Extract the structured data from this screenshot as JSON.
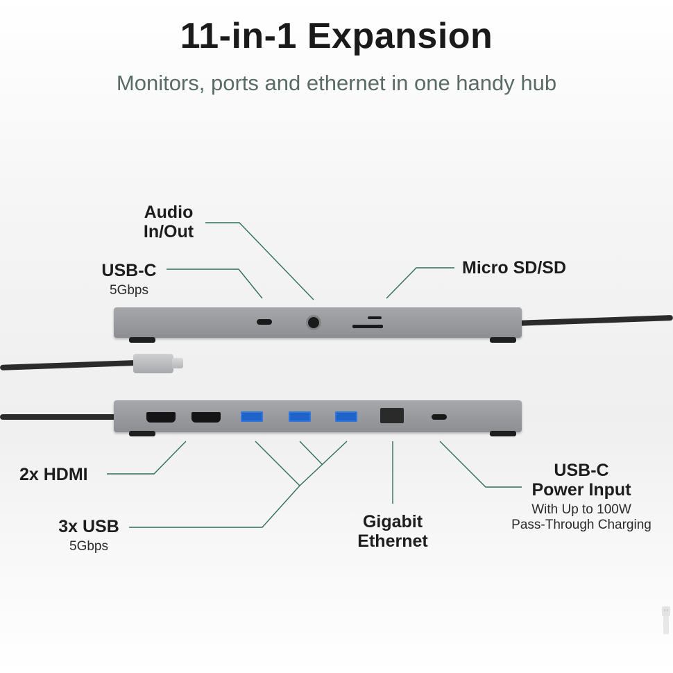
{
  "header": {
    "title": "11-in-1 Expansion",
    "subtitle": "Monitors, ports and ethernet in one handy hub"
  },
  "callouts": {
    "audio": {
      "line1": "Audio",
      "line2": "In/Out"
    },
    "usbc_top": {
      "title": "USB-C",
      "sub": "5Gbps"
    },
    "micro_sd": {
      "title": "Micro SD/SD"
    },
    "hdmi": {
      "title": "2x HDMI"
    },
    "usb": {
      "title": "3x USB",
      "sub": "5Gbps"
    },
    "ethernet": {
      "line1": "Gigabit",
      "line2": "Ethernet"
    },
    "power": {
      "line1": "USB-C",
      "line2": "Power Input",
      "sub1": "With Up to 100W",
      "sub2": "Pass-Through Charging"
    }
  },
  "colors": {
    "leader_line": "#2f6e58",
    "hub_body": "#9a9c9f",
    "usb_port": "#1f62c8"
  },
  "icons": {
    "watermark": "usb-icon"
  }
}
